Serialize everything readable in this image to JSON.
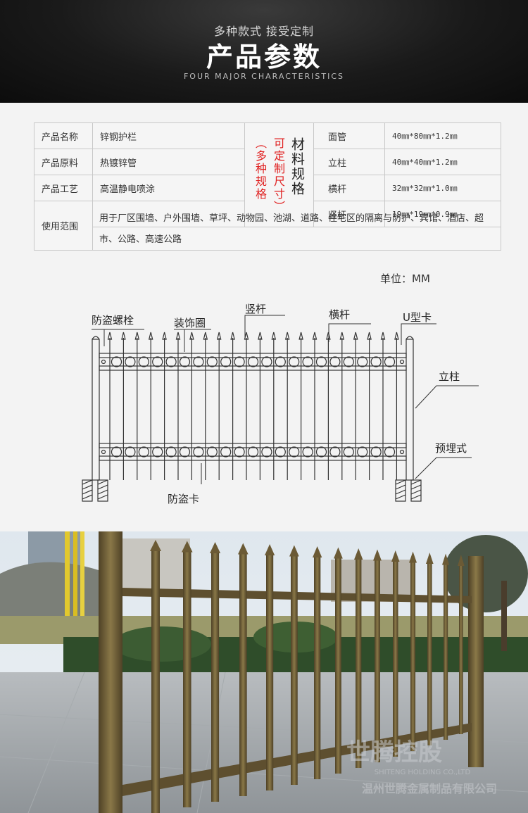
{
  "header": {
    "subtitle": "多种款式    接受定制",
    "title": "产品参数",
    "english": "FOUR MAJOR CHARACTERISTICS"
  },
  "spec": {
    "rows": [
      {
        "label": "产品名称",
        "value": "锌钢护栏"
      },
      {
        "label": "产品原料",
        "value": "热镀锌管"
      },
      {
        "label": "产品工艺",
        "value": "高温静电喷涂"
      },
      {
        "label": "使用范围",
        "value": "用于厂区围墙、户外围墙、草坪、动物园、池湖、道路、住宅区的隔离与防护、宾馆、酒店、超市、公路、高速公路"
      }
    ],
    "material_title": "材料规格",
    "material_note_1": "可定制尺寸）",
    "material_note_2": "（多种规格",
    "specs": [
      {
        "part": "面管",
        "size": "40㎜*80㎜*1.2㎜"
      },
      {
        "part": "立柱",
        "size": "40㎜*40㎜*1.2㎜"
      },
      {
        "part": "横杆",
        "size": "32㎜*32㎜*1.0㎜"
      },
      {
        "part": "竖杆",
        "size": "19㎜*19㎜*0.9㎜"
      }
    ]
  },
  "unit": "单位：MM",
  "diagram": {
    "labels": {
      "anti_theft_bolt": "防盗螺栓",
      "decor_ring": "装饰圈",
      "vertical_bar": "竖杆",
      "horizontal_bar": "横杆",
      "u_clip": "U型卡",
      "post": "立柱",
      "embedded": "预埋式",
      "anti_theft_clip": "防盗卡"
    }
  },
  "photo": {
    "watermark_brand": "世腾控股",
    "watermark_en": "SHITENG HOLDING CO.,LTD",
    "watermark_cn": "温州世腾金属制品有限公司"
  },
  "colors": {
    "header_bg": "#111111",
    "red_note": "#e02020",
    "fence_bronze": "#6b5a35"
  }
}
